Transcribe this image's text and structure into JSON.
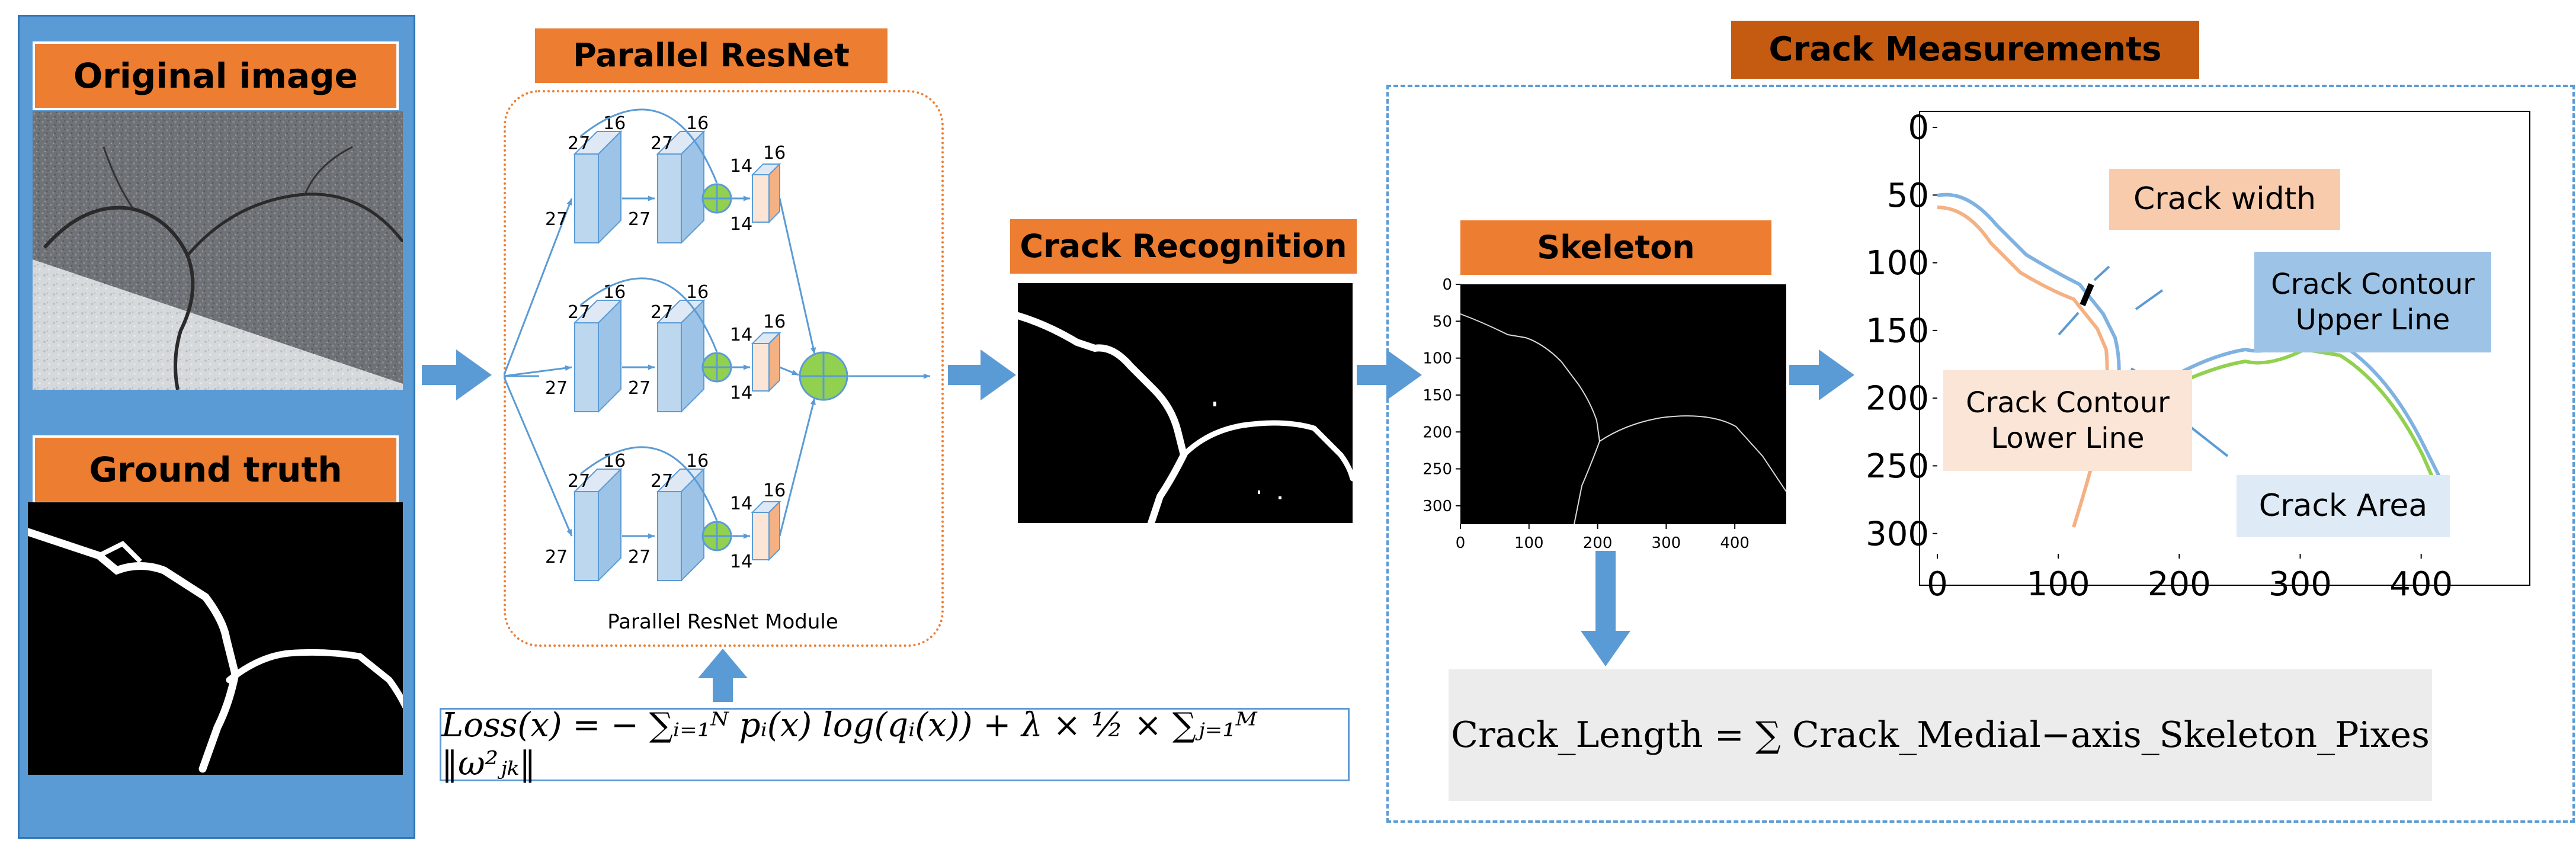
{
  "input_panel": {
    "original_label": "Original image",
    "gt_label": "Ground truth"
  },
  "parallel_resnet": {
    "title": "Parallel ResNet",
    "module_caption": "Parallel ResNet Module",
    "dims": {
      "in_size": "27",
      "in_channels": "16",
      "out_size": "14",
      "out_channels": "16"
    }
  },
  "loss": {
    "formula": "Loss(x) = − ∑ᵢ₌₁ᴺ pᵢ(x) log(qᵢ(x)) + λ × ½ × ∑ⱼ₌₁ᴹ ‖ω²ⱼₖ‖"
  },
  "recognition": {
    "label": "Crack Recognition"
  },
  "skeleton": {
    "label": "Skeleton",
    "y_ticks": [
      "0",
      "50",
      "100",
      "150",
      "200",
      "250",
      "300"
    ],
    "x_ticks": [
      "0",
      "100",
      "200",
      "300",
      "400"
    ]
  },
  "measurements": {
    "title": "Crack Measurements",
    "plot": {
      "y_ticks": [
        "0",
        "50",
        "100",
        "150",
        "200",
        "250",
        "300"
      ],
      "x_ticks": [
        "0",
        "100",
        "200",
        "300",
        "400"
      ]
    },
    "annotations": {
      "crack_width": "Crack width",
      "upper_line": "Crack Contour\nUpper Line",
      "lower_line": "Crack Contour\nLower Line",
      "crack_area": "Crack Area"
    },
    "length_formula": "Crack_Length = ∑ Crack_Medial−axis_Skeleton_Pixes"
  },
  "colors": {
    "accent_orange": "#ED7D31",
    "title_dark_orange": "#C55A11",
    "arrow_blue": "#5B9BD5",
    "panel_blue": "#5B9BD5",
    "upper_line_blue": "#7FB2E0",
    "lower_line_orange": "#F4B183",
    "area_green": "#92D050"
  }
}
